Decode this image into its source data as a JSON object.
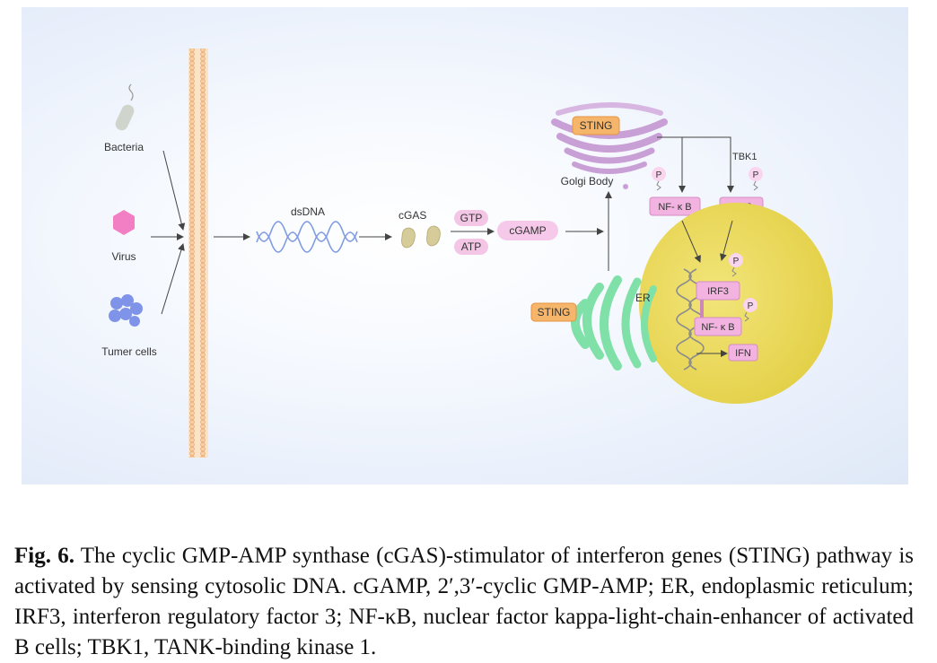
{
  "diagram": {
    "sources": [
      "Bacteria",
      "Virus",
      "Tumer cells"
    ],
    "dsdna": "dsDNA",
    "cgas": "cGAS",
    "gtp": "GTP",
    "atp": "ATP",
    "cgamp": "cGAMP",
    "sting_golgi": "STING",
    "golgi": "Golgi Body",
    "sting_er": "STING",
    "er": "ER",
    "tbk1": "TBK1",
    "p": "P",
    "nfkb": "NF- κ B",
    "irf3": "IRF3",
    "ifn": "IFN"
  },
  "caption": {
    "label": "Fig. 6.",
    "text": "The cyclic GMP-AMP synthase (cGAS)-stimulator of interferon genes (STING) pathway is activated by sensing cytosolic DNA. cGAMP, 2′,3′-cyclic GMP-AMP; ER, endoplasmic reticulum; IRF3, interferon regulatory factor 3; NF-κB, nuclear factor kappa-light-chain-enhancer of activated B cells; TBK1, TANK-binding kinase 1."
  }
}
